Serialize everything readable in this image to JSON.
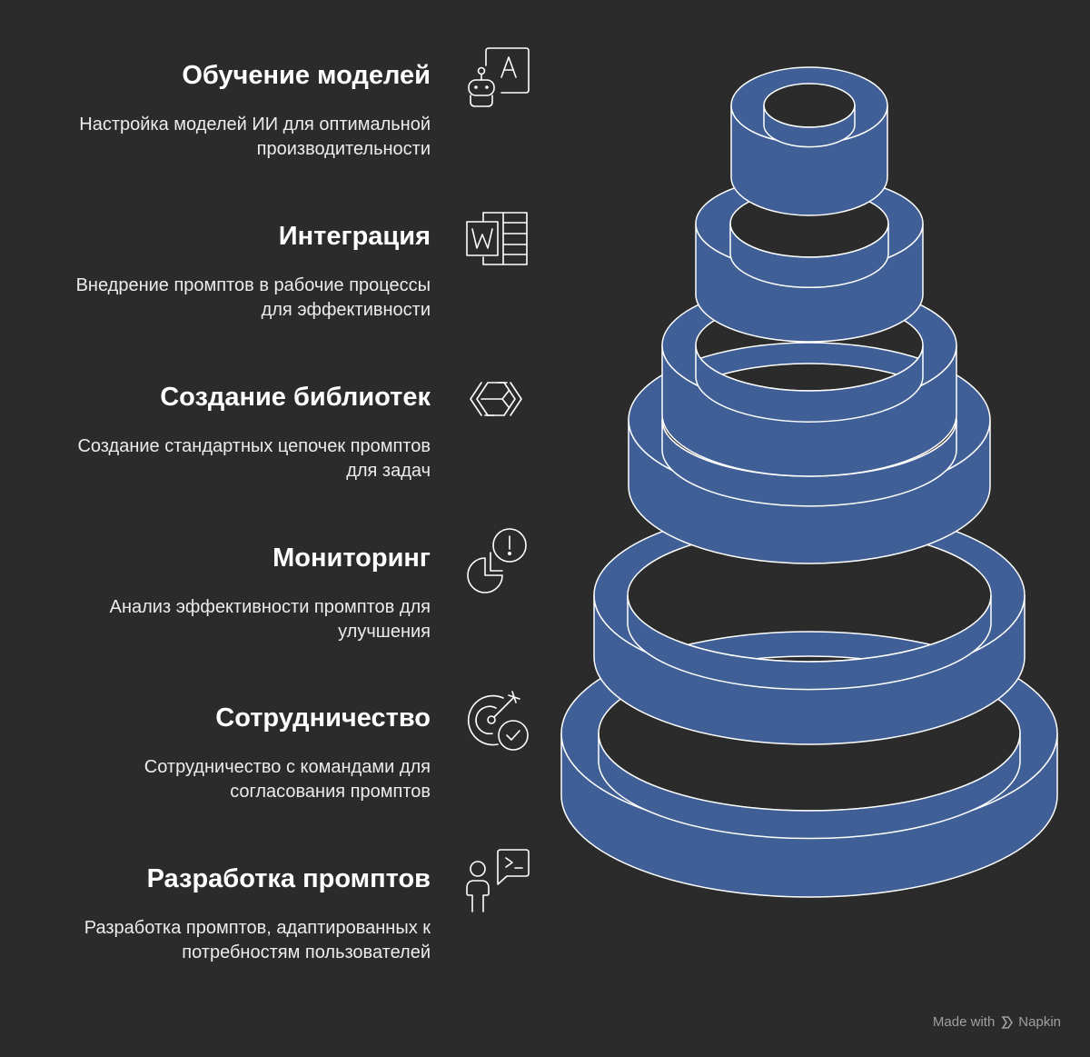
{
  "items": [
    {
      "title": "Обучение моделей",
      "desc": "Настройка моделей ИИ для оптимальной\nпроизводительности",
      "icon": "ai-robot-icon"
    },
    {
      "title": "Интеграция",
      "desc": "Внедрение промптов в рабочие процессы\nдля эффективности",
      "icon": "word-document-icon"
    },
    {
      "title": "Создание библиотек",
      "desc": "Создание стандартных цепочек промптов\nдля задач",
      "icon": "exchange-arrows-icon"
    },
    {
      "title": "Мониторинг",
      "desc": "Анализ эффективности промптов для\nулучшения",
      "icon": "pie-chart-alert-icon"
    },
    {
      "title": "Сотрудничество",
      "desc": "Сотрудничество с командами для\nсогласования промптов",
      "icon": "target-check-icon"
    },
    {
      "title": "Разработка промптов",
      "desc": "Разработка промптов, адаптированных к\nпотребностям пользователей",
      "icon": "user-terminal-icon"
    }
  ],
  "watermark": {
    "made_with": "Made with",
    "brand": "Napkin"
  },
  "colors": {
    "background": "#2b2b2b",
    "ring_fill": "#3f5f96",
    "ring_stroke": "#ffffff"
  }
}
